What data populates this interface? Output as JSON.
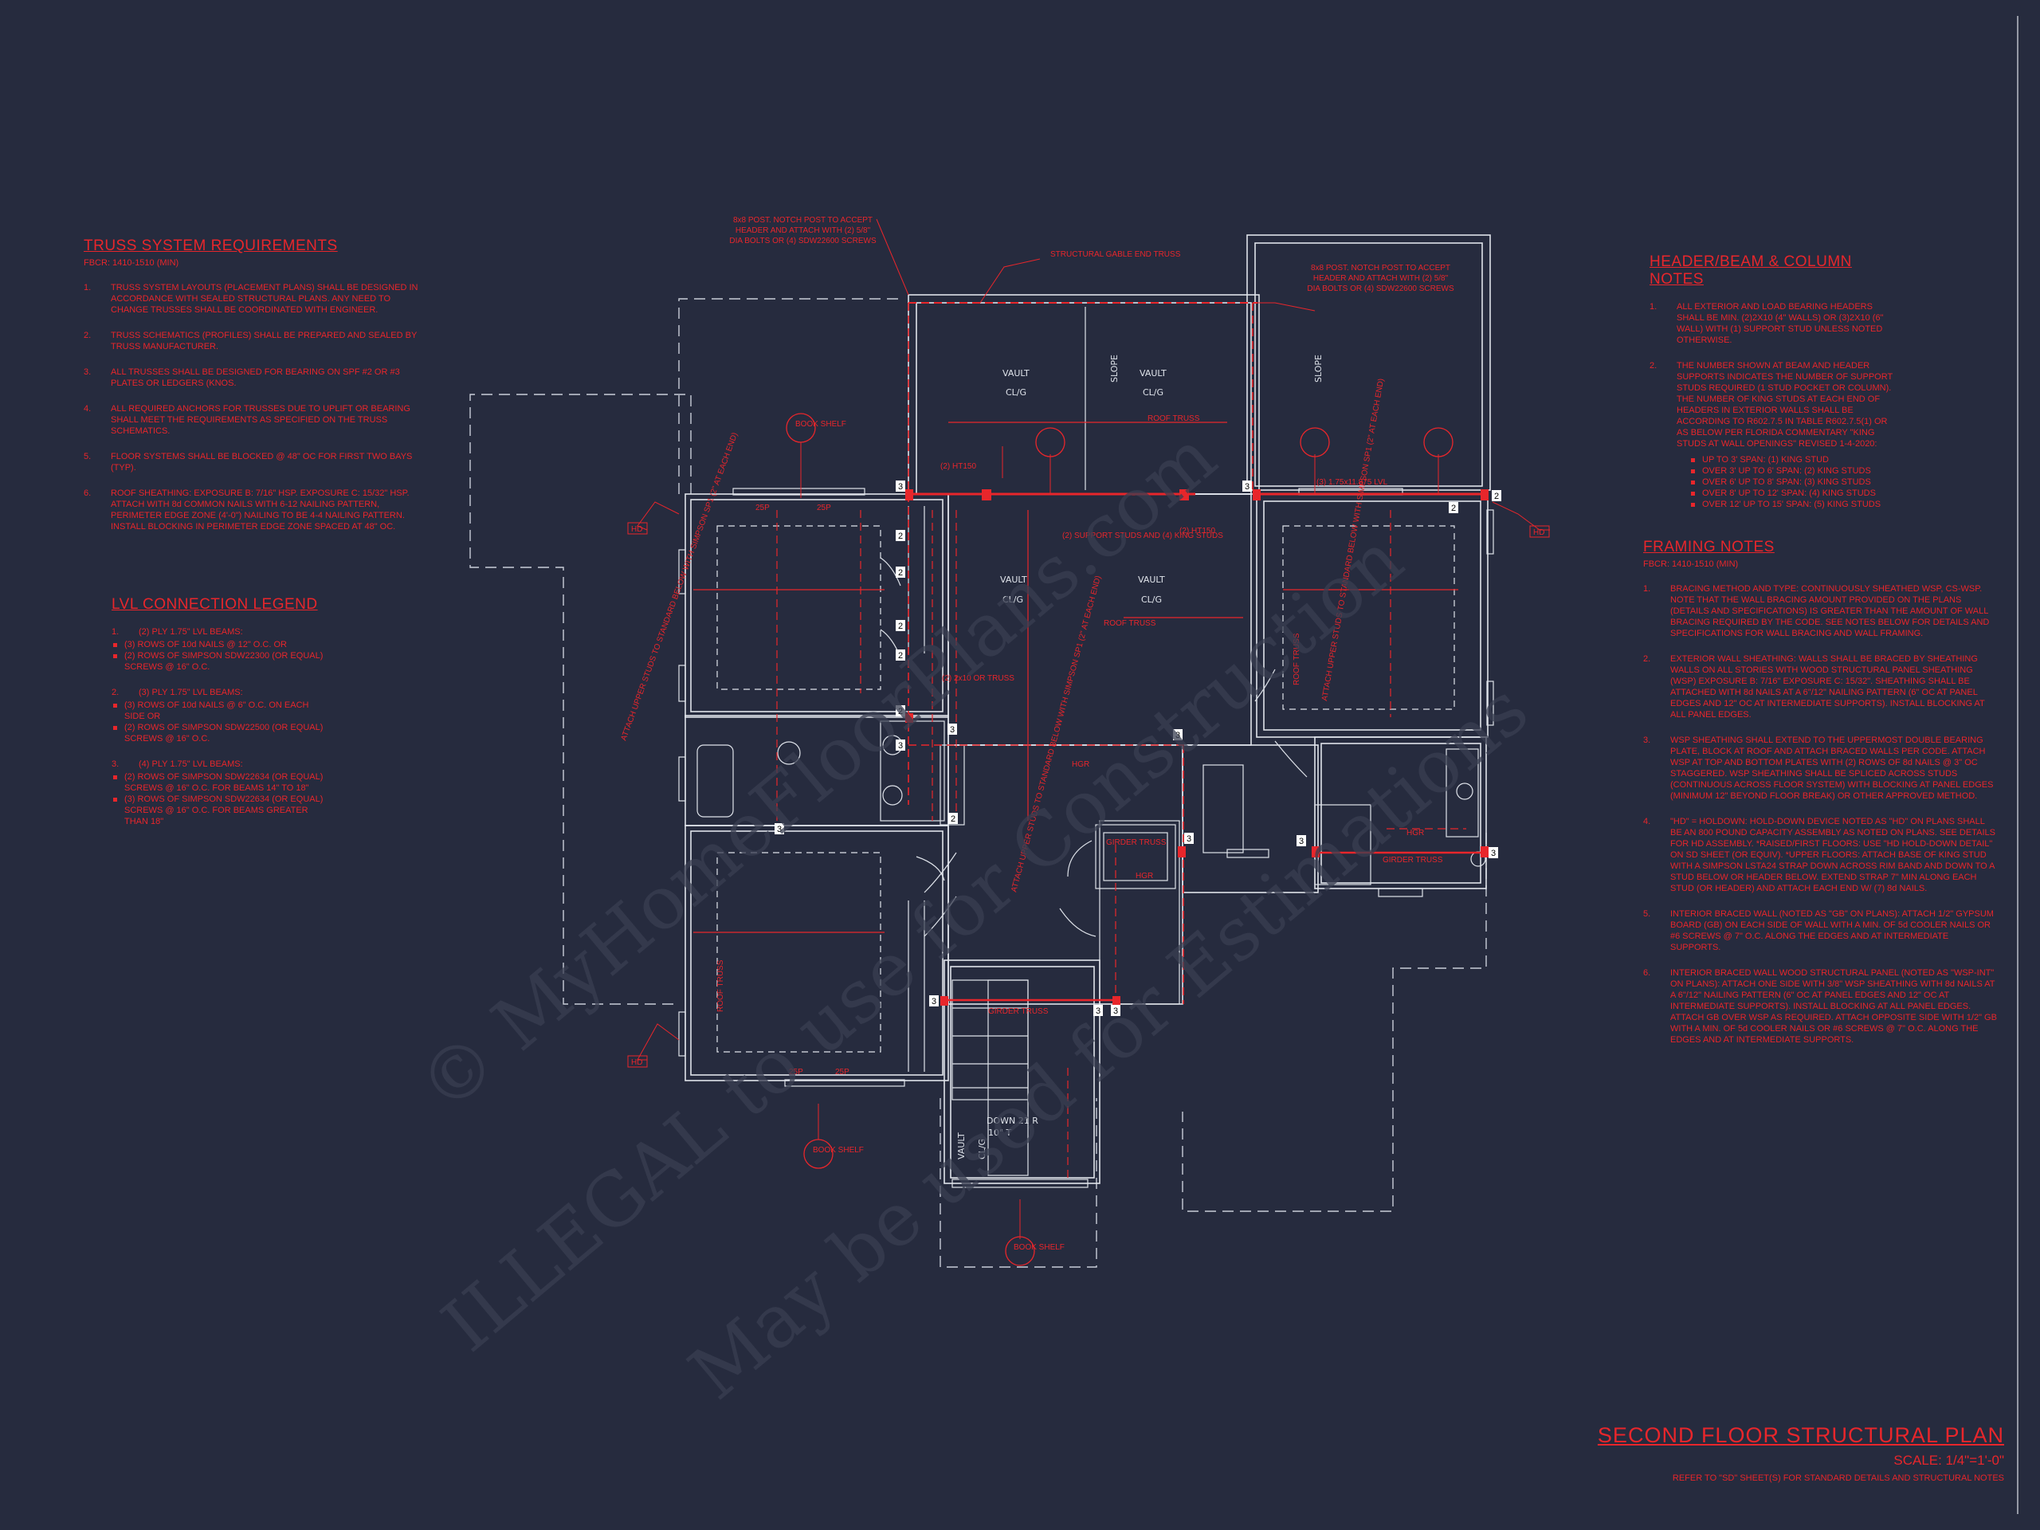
{
  "truss_notes": {
    "title": "TRUSS SYSTEM REQUIREMENTS",
    "subtitle": "FBCR: 1410-1510 (MIN)",
    "items": [
      {
        "num": "1.",
        "text": "TRUSS SYSTEM LAYOUTS (PLACEMENT PLANS) SHALL BE DESIGNED IN ACCORDANCE WITH SEALED STRUCTURAL PLANS. ANY NEED TO CHANGE TRUSSES SHALL BE COORDINATED WITH ENGINEER."
      },
      {
        "num": "2.",
        "text": "TRUSS SCHEMATICS (PROFILES) SHALL BE PREPARED AND SEALED BY TRUSS MANUFACTURER."
      },
      {
        "num": "3.",
        "text": "ALL TRUSSES SHALL BE DESIGNED FOR BEARING ON SPF #2 OR #3 PLATES OR LEDGERS (KNOS."
      },
      {
        "num": "4.",
        "text": "ALL REQUIRED ANCHORS FOR TRUSSES DUE TO UPLIFT OR BEARING SHALL MEET THE REQUIREMENTS AS SPECIFIED ON THE TRUSS SCHEMATICS."
      },
      {
        "num": "5.",
        "text": "FLOOR SYSTEMS SHALL BE BLOCKED @ 48\" OC FOR FIRST TWO BAYS (TYP)."
      },
      {
        "num": "6.",
        "text": "ROOF SHEATHING: EXPOSURE B: 7/16\" HSP. EXPOSURE C: 15/32\" HSP. ATTACH WITH 8d COMMON NAILS WITH 6-12 NAILING PATTERN, PERIMETER EDGE ZONE (4'-0\") NAILING TO BE 4-4 NAILING PATTERN. INSTALL BLOCKING IN PERIMETER EDGE ZONE SPACED AT 48\" OC."
      }
    ]
  },
  "lvl_legend": {
    "title": "LVL CONNECTION LEGEND",
    "groups": [
      {
        "num": "1.",
        "head": "(2) PLY 1.75\" LVL BEAMS:",
        "bullets": [
          "(3) ROWS OF 10d NAILS @ 12\" O.C. OR",
          "(2) ROWS OF SIMPSON SDW22300 (OR EQUAL) SCREWS @ 16\" O.C."
        ]
      },
      {
        "num": "2.",
        "head": "(3) PLY 1.75\" LVL BEAMS:",
        "bullets": [
          "(3) ROWS OF 10d NAILS @ 6\" O.C. ON EACH SIDE OR",
          "(2) ROWS OF SIMPSON SDW22500 (OR EQUAL) SCREWS @ 16\" O.C."
        ]
      },
      {
        "num": "3.",
        "head": "(4) PLY 1.75\" LVL BEAMS:",
        "bullets": [
          "(2) ROWS OF SIMPSON SDW22634 (OR EQUAL) SCREWS @ 16\" O.C. FOR BEAMS 14\" TO 18\"",
          "(3) ROWS OF SIMPSON SDW22634 (OR EQUAL) SCREWS @ 16\" O.C. FOR BEAMS GREATER THAN 18\""
        ]
      }
    ]
  },
  "header_notes": {
    "title": "HEADER/BEAM & COLUMN NOTES",
    "items": [
      {
        "num": "1.",
        "text": "ALL EXTERIOR AND LOAD BEARING HEADERS SHALL BE MIN. (2)2X10 (4\" WALLS) OR (3)2X10 (6\" WALL) WITH (1) SUPPORT STUD UNLESS NOTED OTHERWISE."
      },
      {
        "num": "2.",
        "text": "THE NUMBER SHOWN AT BEAM AND HEADER SUPPORTS INDICATES THE NUMBER OF SUPPORT STUDS REQUIRED (1 STUD POCKET OR COLUMN). THE NUMBER OF KING STUDS AT EACH END OF HEADERS IN EXTERIOR WALLS SHALL BE ACCORDING TO R602.7.5 IN TABLE R602.7.5(1) OR AS BELOW PER FLORIDA COMMENTARY \"KING STUDS AT WALL OPENINGS\" REVISED 1-4-2020:"
      }
    ],
    "king_studs": [
      "UP TO 3' SPAN: (1) KING STUD",
      "OVER 3' UP TO 6' SPAN: (2) KING STUDS",
      "OVER 6' UP TO 8' SPAN: (3) KING STUDS",
      "OVER 8' UP TO 12' SPAN: (4) KING STUDS",
      "OVER 12' UP TO 15' SPAN: (5) KING STUDS"
    ]
  },
  "framing_notes": {
    "title": "FRAMING NOTES",
    "subtitle": "FBCR: 1410-1510 (MIN)",
    "items": [
      {
        "num": "1.",
        "text": "BRACING METHOD AND TYPE: CONTINUOUSLY SHEATHED WSP, CS-WSP. NOTE THAT THE WALL BRACING AMOUNT PROVIDED ON THE PLANS (DETAILS AND SPECIFICATIONS) IS GREATER THAN THE AMOUNT OF WALL BRACING REQUIRED BY THE CODE. SEE NOTES BELOW FOR DETAILS AND SPECIFICATIONS FOR WALL BRACING AND WALL FRAMING."
      },
      {
        "num": "2.",
        "text": "EXTERIOR WALL SHEATHING: WALLS SHALL BE BRACED BY SHEATHING WALLS ON ALL STORIES WITH WOOD STRUCTURAL PANEL SHEATHING (WSP) EXPOSURE B: 7/16\" EXPOSURE C: 15/32\". SHEATHING SHALL BE ATTACHED WITH 8d NAILS AT A 6\"/12\" NAILING PATTERN (6\" OC AT PANEL EDGES AND 12\" OC AT INTERMEDIATE SUPPORTS). INSTALL BLOCKING AT ALL PANEL EDGES."
      },
      {
        "num": "3.",
        "text": "WSP SHEATHING SHALL EXTEND TO THE UPPERMOST DOUBLE BEARING PLATE, BLOCK AT ROOF AND ATTACH BRACED WALLS PER CODE. ATTACH WSP AT TOP AND BOTTOM PLATES WITH (2) ROWS OF 8d NAILS @ 3\" OC STAGGERED. WSP SHEATHING SHALL BE SPLICED ACROSS STUDS (CONTINUOUS ACROSS FLOOR SYSTEM) WITH BLOCKING AT PANEL EDGES (MINIMUM 12\" BEYOND FLOOR BREAK) OR OTHER APPROVED METHOD."
      },
      {
        "num": "4.",
        "text": "\"HD\" = HOLDOWN: HOLD-DOWN DEVICE NOTED AS \"HD\" ON PLANS SHALL BE AN 800 POUND CAPACITY ASSEMBLY AS NOTED ON PLANS. SEE DETAILS FOR HD ASSEMBLY. *RAISED/FIRST FLOORS: USE \"HD HOLD-DOWN DETAIL\" ON SD SHEET (OR EQUIV). *UPPER FLOORS: ATTACH BASE OF KING STUD WITH A SIMPSON LSTA24 STRAP DOWN ACROSS RIM BAND AND DOWN TO A STUD BELOW OR HEADER BELOW. EXTEND STRAP 7\" MIN ALONG EACH STUD (OR HEADER) AND ATTACH EACH END W/ (7) 8d NAILS."
      },
      {
        "num": "5.",
        "text": "INTERIOR BRACED WALL (NOTED AS \"GB\" ON PLANS): ATTACH 1/2\" GYPSUM BOARD (GB) ON EACH SIDE OF WALL WITH A MIN. OF 5d COOLER NAILS OR #6 SCREWS @ 7\" O.C. ALONG THE EDGES AND AT INTERMEDIATE SUPPORTS."
      },
      {
        "num": "6.",
        "text": "INTERIOR BRACED WALL WOOD STRUCTURAL PANEL (NOTED AS \"WSP-INT\" ON PLANS): ATTACH ONE SIDE WITH 3/8\" WSP SHEATHING WITH 8d NAILS AT A 6\"/12\" NAILING PATTERN (6\" OC AT PANEL EDGES AND 12\" OC AT INTERMEDIATE SUPPORTS). INSTALL BLOCKING AT ALL PANEL EDGES. ATTACH GB OVER WSP AS REQUIRED. ATTACH OPPOSITE SIDE WITH 1/2\" GB WITH A MIN. OF 5d COOLER NAILS OR #6 SCREWS @ 7\" O.C. ALONG THE EDGES AND AT INTERMEDIATE SUPPORTS."
      }
    ]
  },
  "title_block": {
    "title": "SECOND FLOOR STRUCTURAL PLAN",
    "scale": "SCALE: 1/4\"=1'-0\"",
    "ref": "REFER TO \"SD\" SHEET(S) FOR STANDARD DETAILS AND STRUCTURAL NOTES"
  },
  "plan_labels": {
    "vault": "VAULT",
    "clg": "CL/G",
    "slope": "SLOPE",
    "down": "DOWN 21 R",
    "tread": "10\" T",
    "structural_gable": "STRUCTURAL GABLE END TRUSS",
    "post_left": "8x8 POST. NOTCH POST TO ACCEPT HEADER AND ATTACH WITH (2) 5/8\" DIA BOLTS OR (4) SDW22600 SCREWS",
    "post_right": "8x8 POST. NOTCH POST TO ACCEPT HEADER AND ATTACH WITH (2) 5/8\" DIA BOLTS OR (4) SDW22600 SCREWS",
    "roof_truss": "ROOF TRUSS",
    "girder_truss": "GIRDER TRUSS",
    "hd": "HD",
    "hgr": "HGR",
    "book_shelf": "BOOK SHELF",
    "support_king": "(2) SUPPORT STUDS AND (4) KING STUDS",
    "lvl_header": "(3) 1.75x11.875 LVL",
    "stud_22": "(2) 2x10 OR TRUSS",
    "ht": "25P",
    "attach_upper": "ATTACH UPPER STUDS TO STANDARD BELOW WITH SIMPSON SP1 (2\" AT EACH END)",
    "num_2": "2",
    "num_3": "3",
    "ht_150": "(2) HT150"
  },
  "watermark": {
    "line1": "© MyHomeFloorPlans.com",
    "line2": "ILLEGAL to use for Construction",
    "line3": "May be used for Estimations"
  },
  "colors": {
    "background": "#262b3e",
    "linework": "#dfe3ea",
    "annotation": "#e8262b"
  }
}
